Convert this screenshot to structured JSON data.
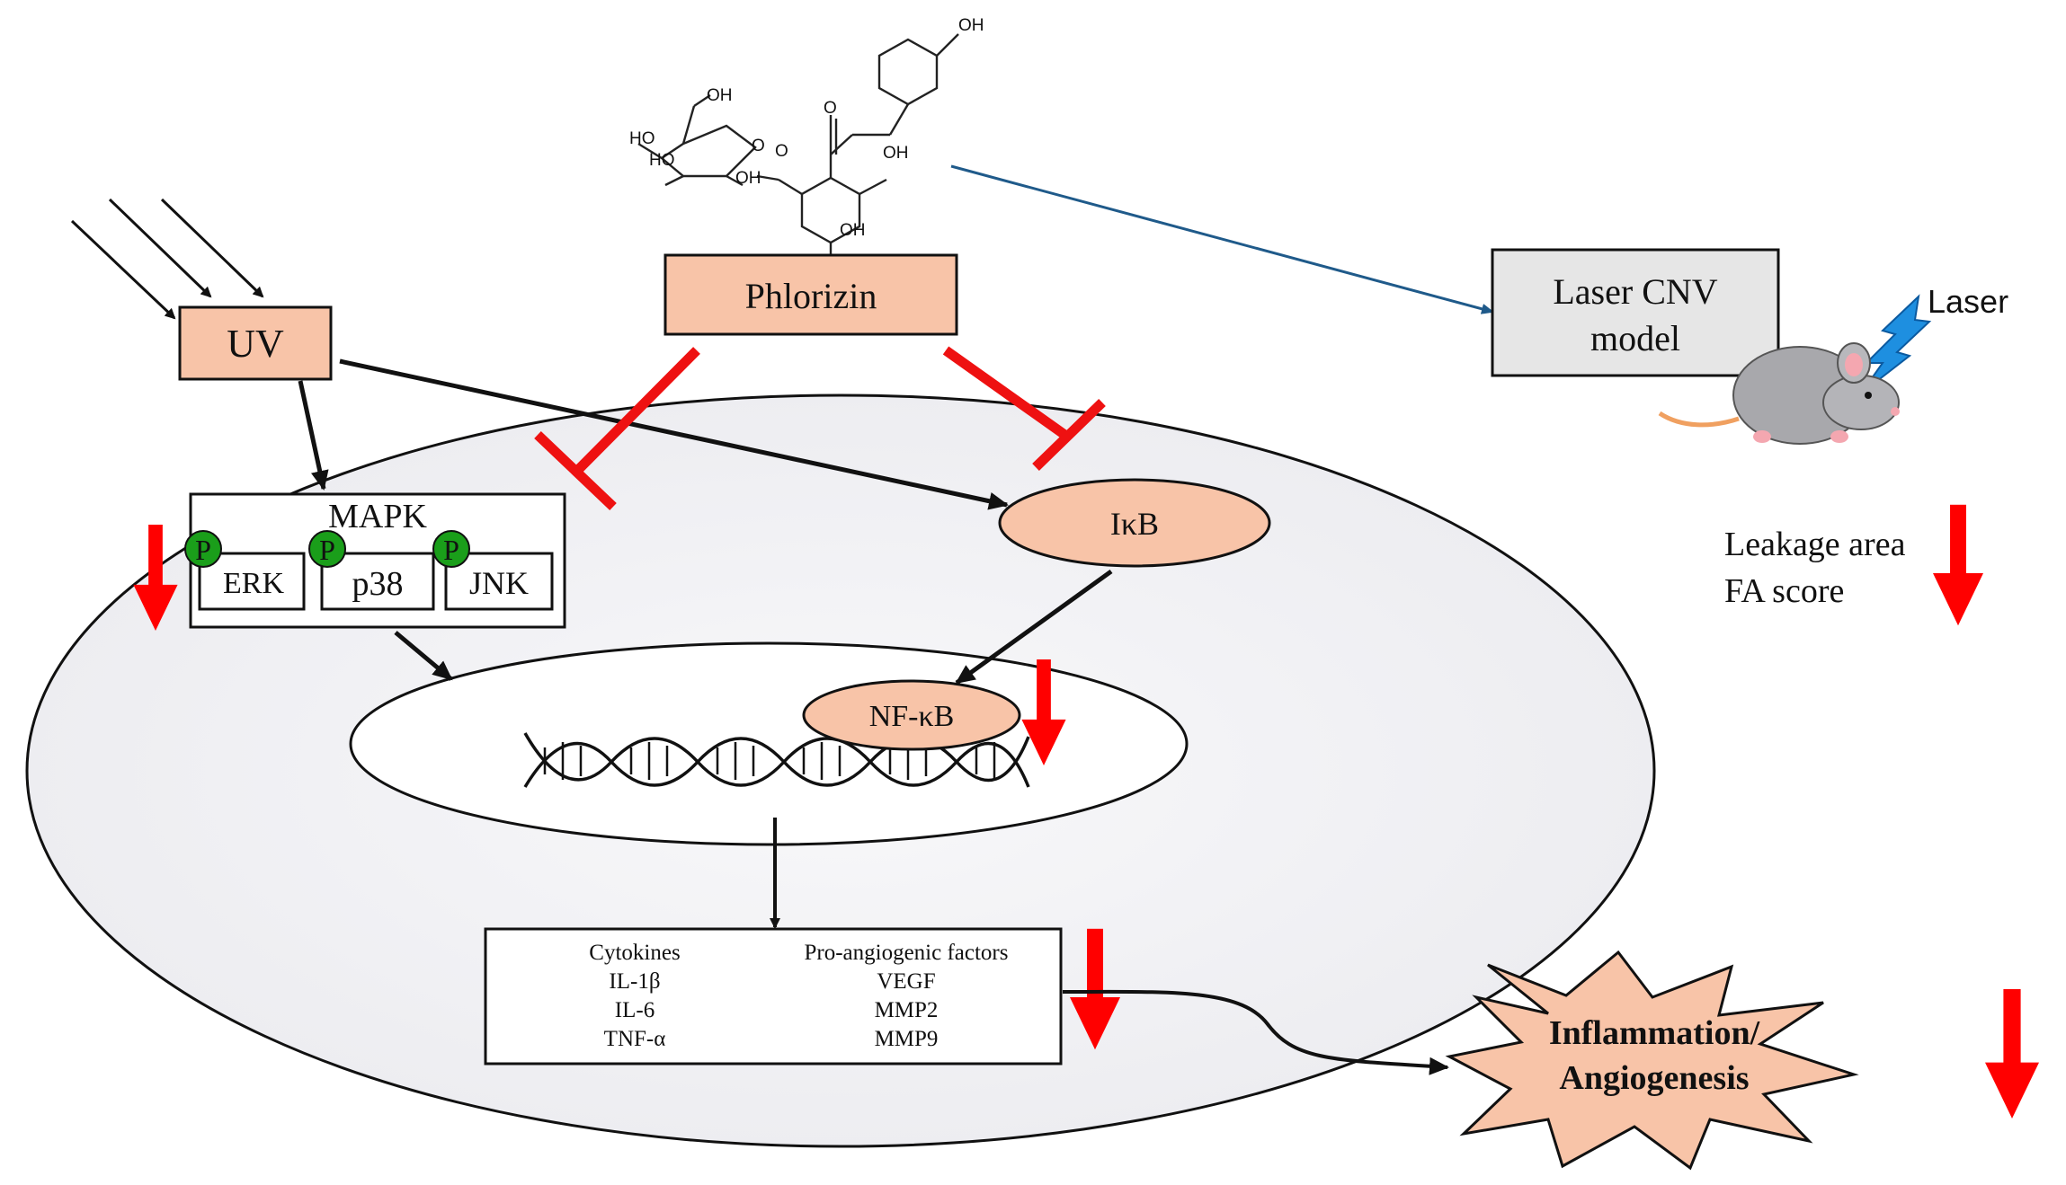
{
  "colors": {
    "node_fill": "#f8c4a8",
    "inhibit": "#ee1111",
    "down_arrow": "#ff0000",
    "phospho": "#1a9e1a",
    "cell_fill": "#f4f4f6",
    "model_box_fill": "#e6e6e6",
    "link_arrow": "#1f5a8a",
    "burst_fill": "#f8c4a8"
  },
  "molecule": {
    "name_hint": "phlorizin-structure",
    "labels": [
      "OH",
      "OH",
      "HO",
      "HO",
      "OH",
      "O",
      "O",
      "OH",
      "O",
      "OH"
    ]
  },
  "nodes": {
    "uv": "UV",
    "phlorizin": "Phlorizin",
    "mapk": "MAPK",
    "erk": "ERK",
    "p38": "p38",
    "jnk": "JNK",
    "ikb": "IκB",
    "nfkb": "NF-κB",
    "phospho_label": "P"
  },
  "factors": {
    "cytokines_header": "Cytokines",
    "cytokines": [
      "IL-1β",
      "IL-6",
      "TNF-α"
    ],
    "angio_header": "Pro-angiogenic  factors",
    "angio": [
      "VEGF",
      "MMP2",
      "MMP9"
    ]
  },
  "outcome": {
    "line1": "Inflammation/",
    "line2": "Angiogenesis"
  },
  "model": {
    "line1": "Laser CNV",
    "line2": "model",
    "laser_label": "Laser"
  },
  "readouts": {
    "line1": "Leakage area",
    "line2": "FA score"
  },
  "icons": [
    "mouse-icon",
    "lightning-bolt-icon",
    "dna-helix-icon",
    "down-arrow-icon",
    "inhibition-bar-icon"
  ]
}
